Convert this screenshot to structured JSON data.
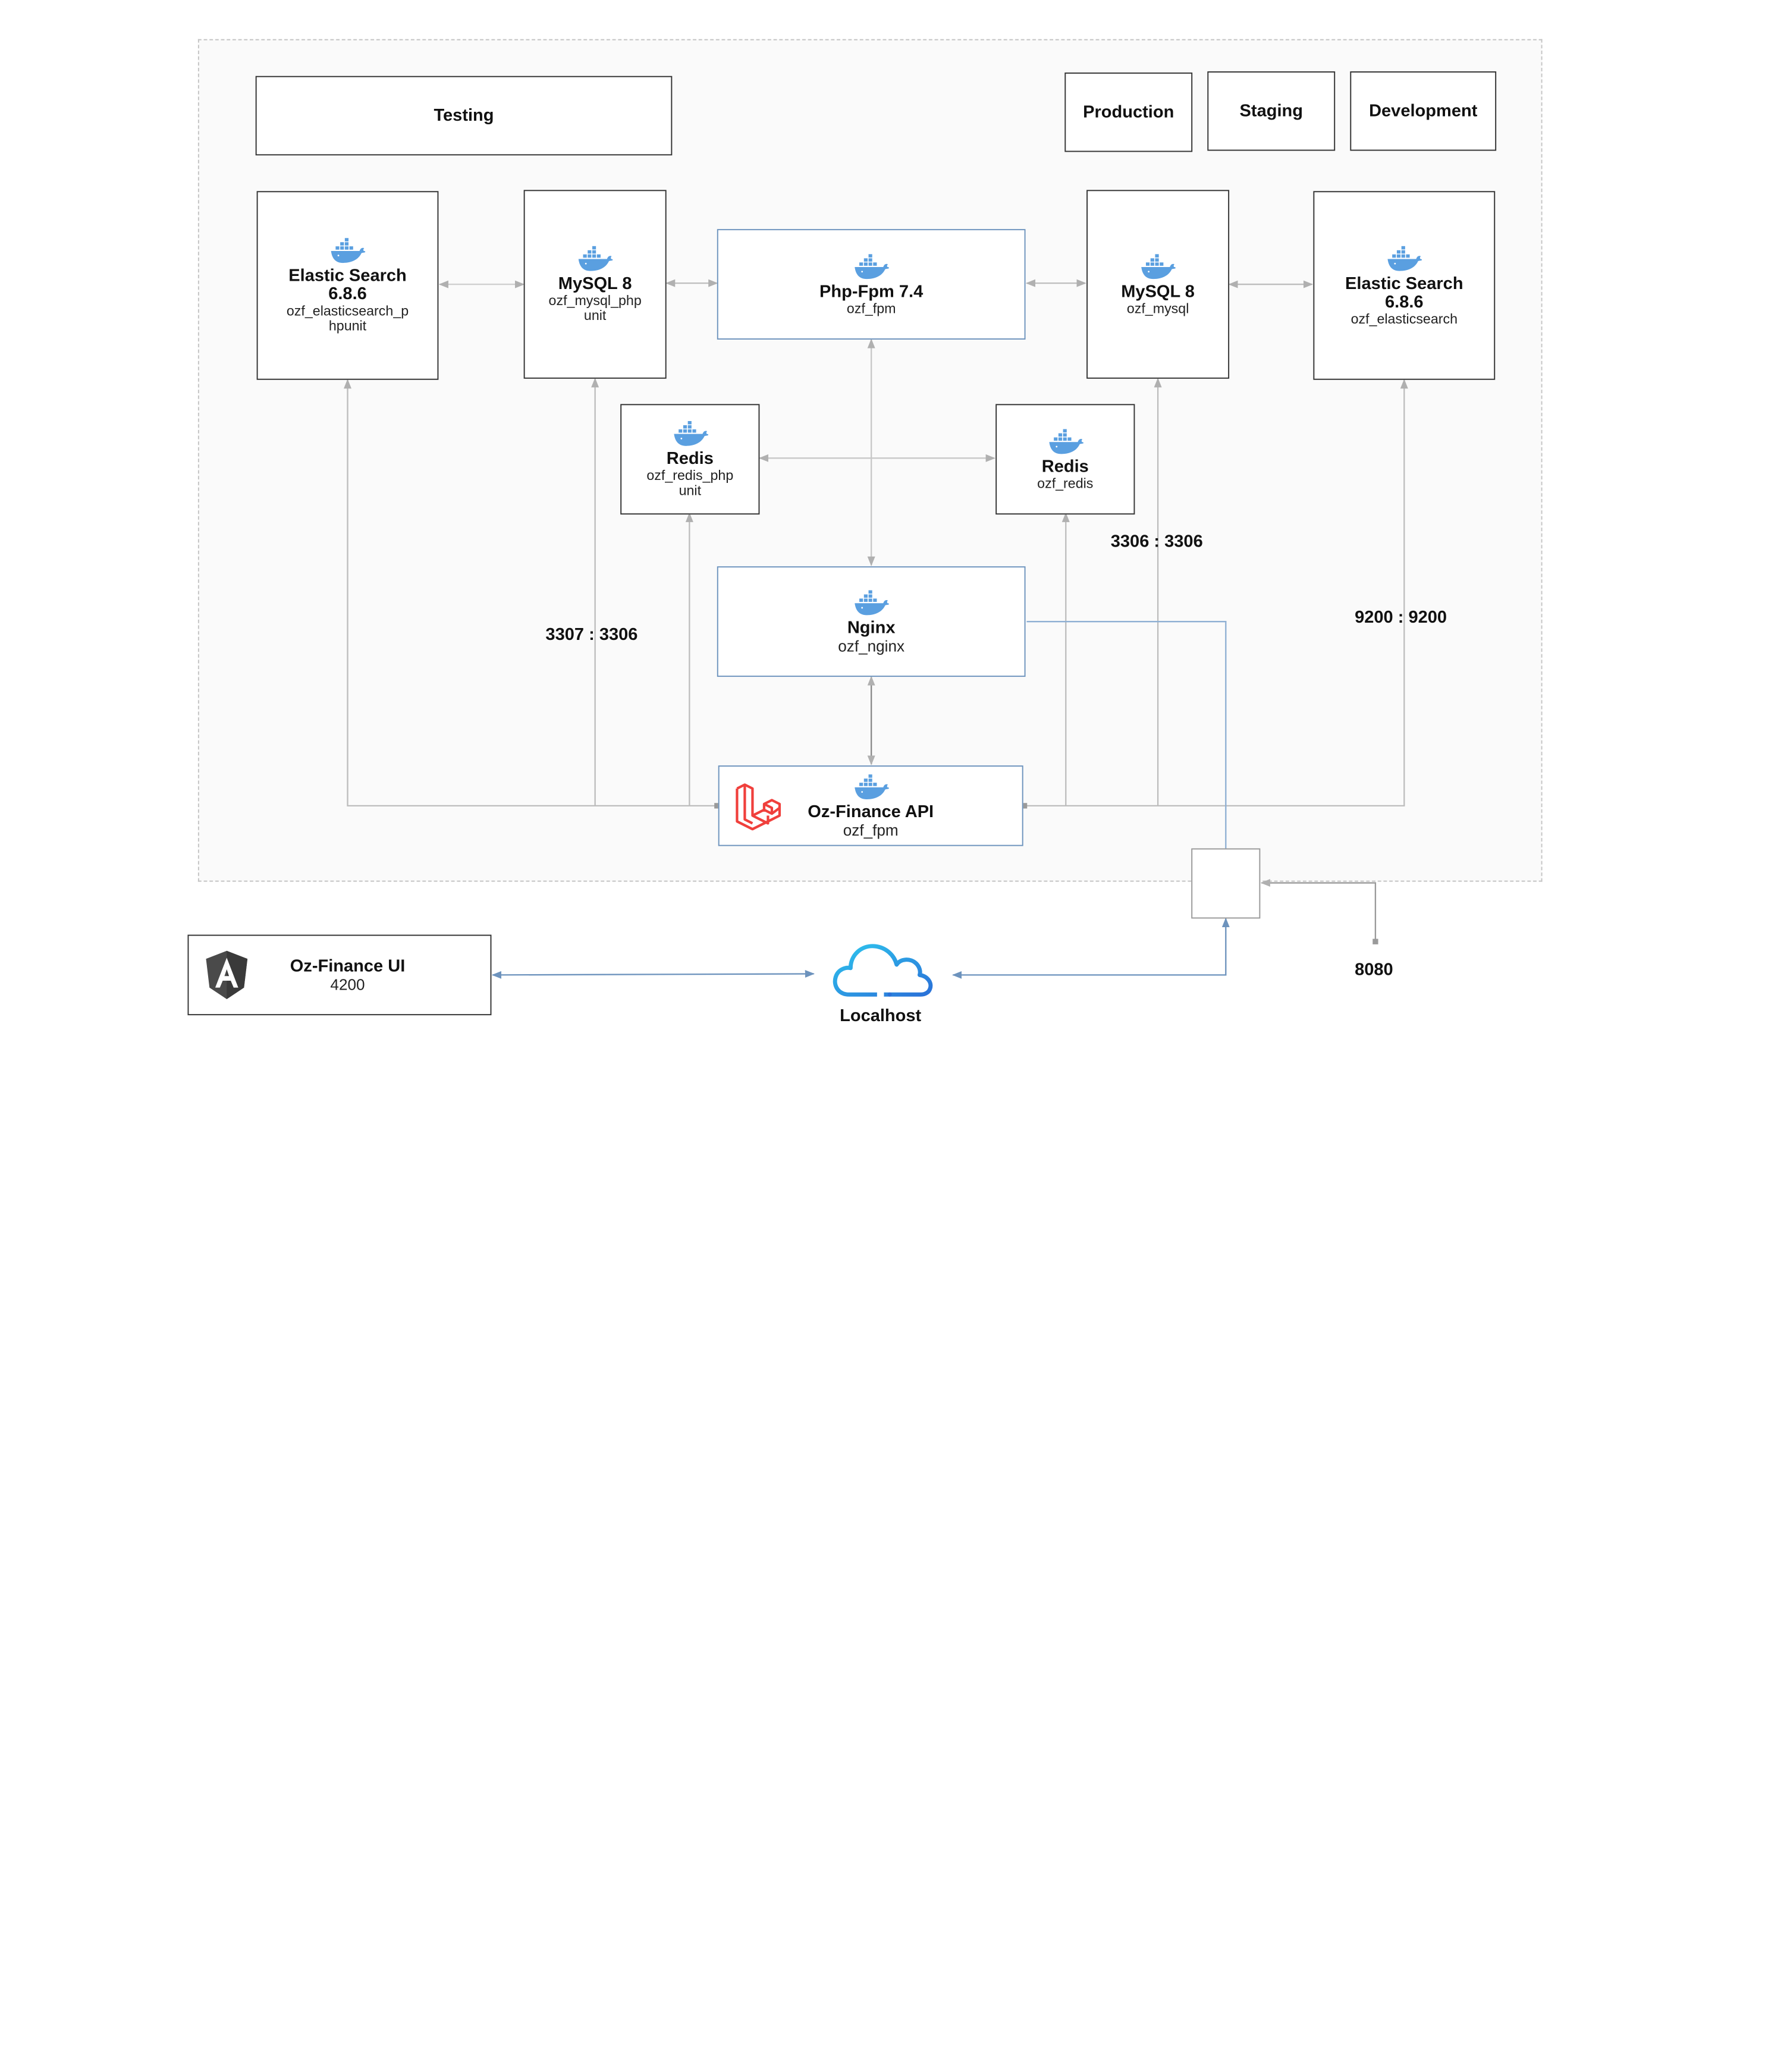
{
  "environments": {
    "testing": "Testing",
    "production": "Production",
    "staging": "Staging",
    "development": "Development"
  },
  "services": {
    "es_test": {
      "title_line1": "Elastic Search",
      "title_line2": "6.8.6",
      "sub_line1": "ozf_elasticsearch_p",
      "sub_line2": "hpunit"
    },
    "mysql_test": {
      "title": "MySQL 8",
      "sub_line1": "ozf_mysql_php",
      "sub_line2": "unit"
    },
    "phpfpm": {
      "title": "Php-Fpm 7.4",
      "sub": "ozf_fpm"
    },
    "mysql_main": {
      "title": "MySQL 8",
      "sub": "ozf_mysql"
    },
    "es_main": {
      "title_line1": "Elastic Search",
      "title_line2": "6.8.6",
      "sub": "ozf_elasticsearch"
    },
    "redis_test": {
      "title": "Redis",
      "sub_line1": "ozf_redis_php",
      "sub_line2": "unit"
    },
    "redis_main": {
      "title": "Redis",
      "sub": "ozf_redis"
    },
    "nginx": {
      "title": "Nginx",
      "sub": "ozf_nginx"
    },
    "api": {
      "title": "Oz-Finance API",
      "sub": "ozf_fpm"
    },
    "ui": {
      "title": "Oz-Finance UI",
      "sub": "4200"
    },
    "localhost": {
      "title": "Localhost"
    }
  },
  "ports": {
    "mysql_test": "3307 : 3306",
    "mysql_main": "3306 : 3306",
    "es_main": "9200 : 9200",
    "nginx": "8080"
  },
  "colors": {
    "docker_blue": "#5a9fe0",
    "laravel_red": "#f0403c",
    "angular_dark": "#4a4a4a",
    "cloud_cyan": "#2ec5ee",
    "cloud_blue": "#2a71d8",
    "link_blue": "#6d93bd",
    "link_gray": "#bdbdbd"
  },
  "icons": {
    "container": "docker-whale-icon",
    "api_framework": "laravel-icon",
    "ui_framework": "angular-icon",
    "host": "cloud-icon"
  }
}
